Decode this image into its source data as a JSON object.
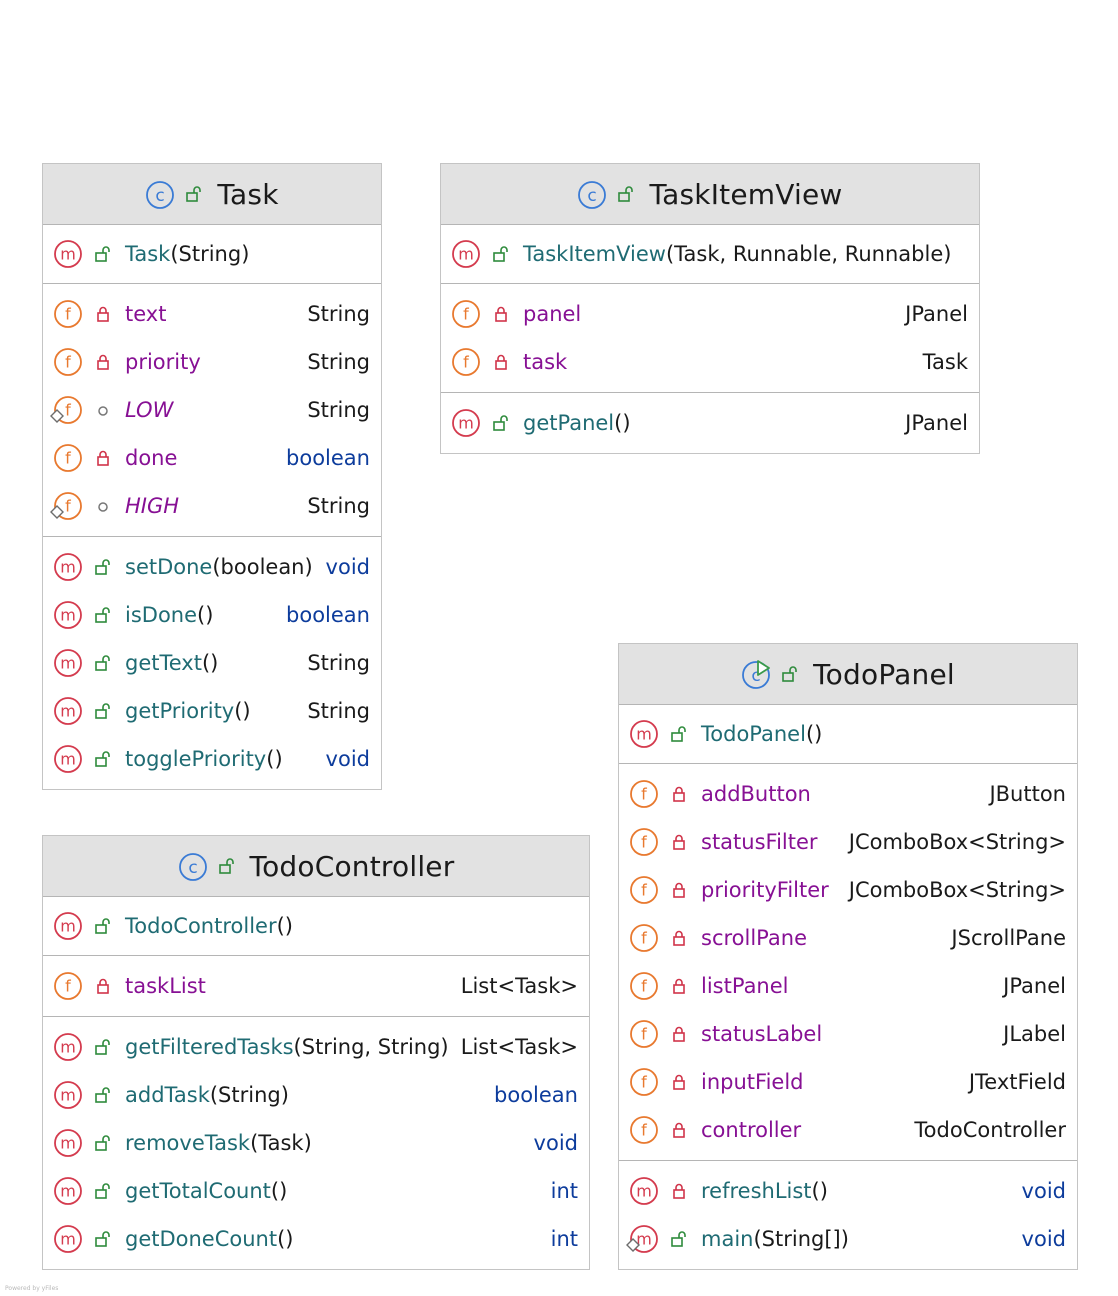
{
  "diagram": {
    "credit": "Powered by yFiles",
    "classes": [
      {
        "name": "Task",
        "kind": "class",
        "constructors": [
          {
            "name": "Task",
            "params": "(String)",
            "visibility": "public"
          }
        ],
        "fields": [
          {
            "name": "text",
            "type": "String",
            "visibility": "private",
            "static": false
          },
          {
            "name": "priority",
            "type": "String",
            "visibility": "private",
            "static": false
          },
          {
            "name": "LOW",
            "type": "String",
            "visibility": "package",
            "static": true
          },
          {
            "name": "done",
            "type": "boolean",
            "visibility": "private",
            "static": false
          },
          {
            "name": "HIGH",
            "type": "String",
            "visibility": "package",
            "static": true
          }
        ],
        "methods": [
          {
            "name": "setDone",
            "params": "(boolean)",
            "type": "void",
            "visibility": "public"
          },
          {
            "name": "isDone",
            "params": "()",
            "type": "boolean",
            "visibility": "public"
          },
          {
            "name": "getText",
            "params": "()",
            "type": "String",
            "visibility": "public"
          },
          {
            "name": "getPriority",
            "params": "()",
            "type": "String",
            "visibility": "public"
          },
          {
            "name": "togglePriority",
            "params": "()",
            "type": "void",
            "visibility": "public"
          }
        ]
      },
      {
        "name": "TaskItemView",
        "kind": "class",
        "constructors": [
          {
            "name": "TaskItemView",
            "params": "(Task, Runnable, Runnable)",
            "visibility": "public"
          }
        ],
        "fields": [
          {
            "name": "panel",
            "type": "JPanel",
            "visibility": "private",
            "static": false
          },
          {
            "name": "task",
            "type": "Task",
            "visibility": "private",
            "static": false
          }
        ],
        "methods": [
          {
            "name": "getPanel",
            "params": "()",
            "type": "JPanel",
            "visibility": "public"
          }
        ]
      },
      {
        "name": "TodoPanel",
        "kind": "runnable-class",
        "constructors": [
          {
            "name": "TodoPanel",
            "params": "()",
            "visibility": "public"
          }
        ],
        "fields": [
          {
            "name": "addButton",
            "type": "JButton",
            "visibility": "private",
            "static": false
          },
          {
            "name": "statusFilter",
            "type": "JComboBox<String>",
            "visibility": "private",
            "static": false
          },
          {
            "name": "priorityFilter",
            "type": "JComboBox<String>",
            "visibility": "private",
            "static": false
          },
          {
            "name": "scrollPane",
            "type": "JScrollPane",
            "visibility": "private",
            "static": false
          },
          {
            "name": "listPanel",
            "type": "JPanel",
            "visibility": "private",
            "static": false
          },
          {
            "name": "statusLabel",
            "type": "JLabel",
            "visibility": "private",
            "static": false
          },
          {
            "name": "inputField",
            "type": "JTextField",
            "visibility": "private",
            "static": false
          },
          {
            "name": "controller",
            "type": "TodoController",
            "visibility": "private",
            "static": false
          }
        ],
        "methods": [
          {
            "name": "refreshList",
            "params": "()",
            "type": "void",
            "visibility": "private",
            "static": false
          },
          {
            "name": "main",
            "params": "(String[])",
            "type": "void",
            "visibility": "public",
            "static": true
          }
        ]
      },
      {
        "name": "TodoController",
        "kind": "class",
        "constructors": [
          {
            "name": "TodoController",
            "params": "()",
            "visibility": "public"
          }
        ],
        "fields": [
          {
            "name": "taskList",
            "type": "List<Task>",
            "visibility": "private",
            "static": false
          }
        ],
        "methods": [
          {
            "name": "getFilteredTasks",
            "params": "(String, String)",
            "type": "List<Task>",
            "visibility": "public"
          },
          {
            "name": "addTask",
            "params": "(String)",
            "type": "boolean",
            "visibility": "public"
          },
          {
            "name": "removeTask",
            "params": "(Task)",
            "type": "void",
            "visibility": "public"
          },
          {
            "name": "getTotalCount",
            "params": "()",
            "type": "int",
            "visibility": "public"
          },
          {
            "name": "getDoneCount",
            "params": "()",
            "type": "int",
            "visibility": "public"
          }
        ]
      }
    ]
  }
}
